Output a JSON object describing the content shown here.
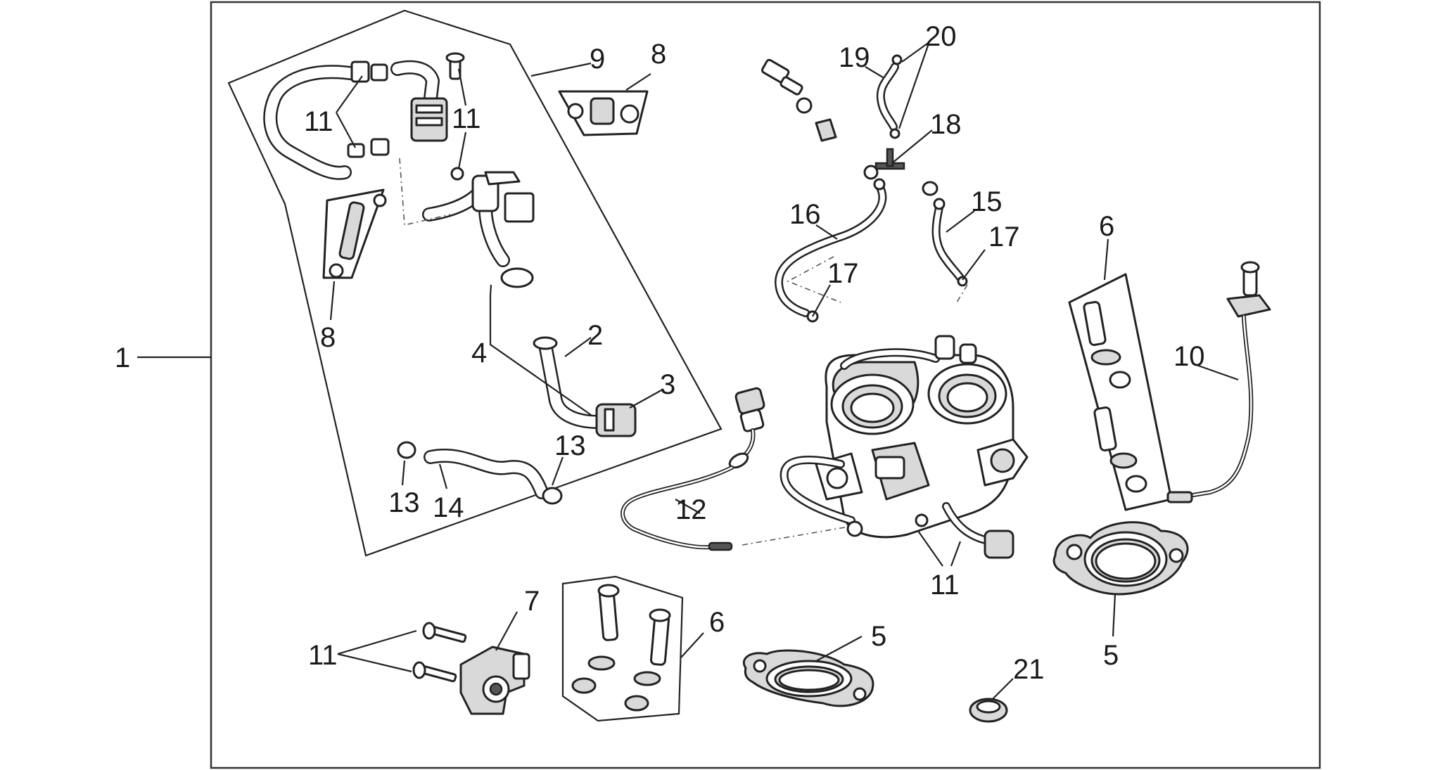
{
  "callouts": {
    "c1": "1",
    "c2": "2",
    "c3": "3",
    "c4": "4",
    "c5a": "5",
    "c5b": "5",
    "c6a": "6",
    "c6b": "6",
    "c7": "7",
    "c8a": "8",
    "c8b": "8",
    "c9": "9",
    "c10": "10",
    "c11a": "11",
    "c11b": "11",
    "c11c": "11",
    "c11d": "11",
    "c12": "12",
    "c13a": "13",
    "c13b": "13",
    "c14": "14",
    "c15": "15",
    "c16": "16",
    "c17a": "17",
    "c17b": "17",
    "c18": "18",
    "c19": "19",
    "c20": "20",
    "c21": "21"
  },
  "colors": {
    "line": "#222222",
    "background": "#ffffff",
    "shade": "#d9d9d9"
  }
}
